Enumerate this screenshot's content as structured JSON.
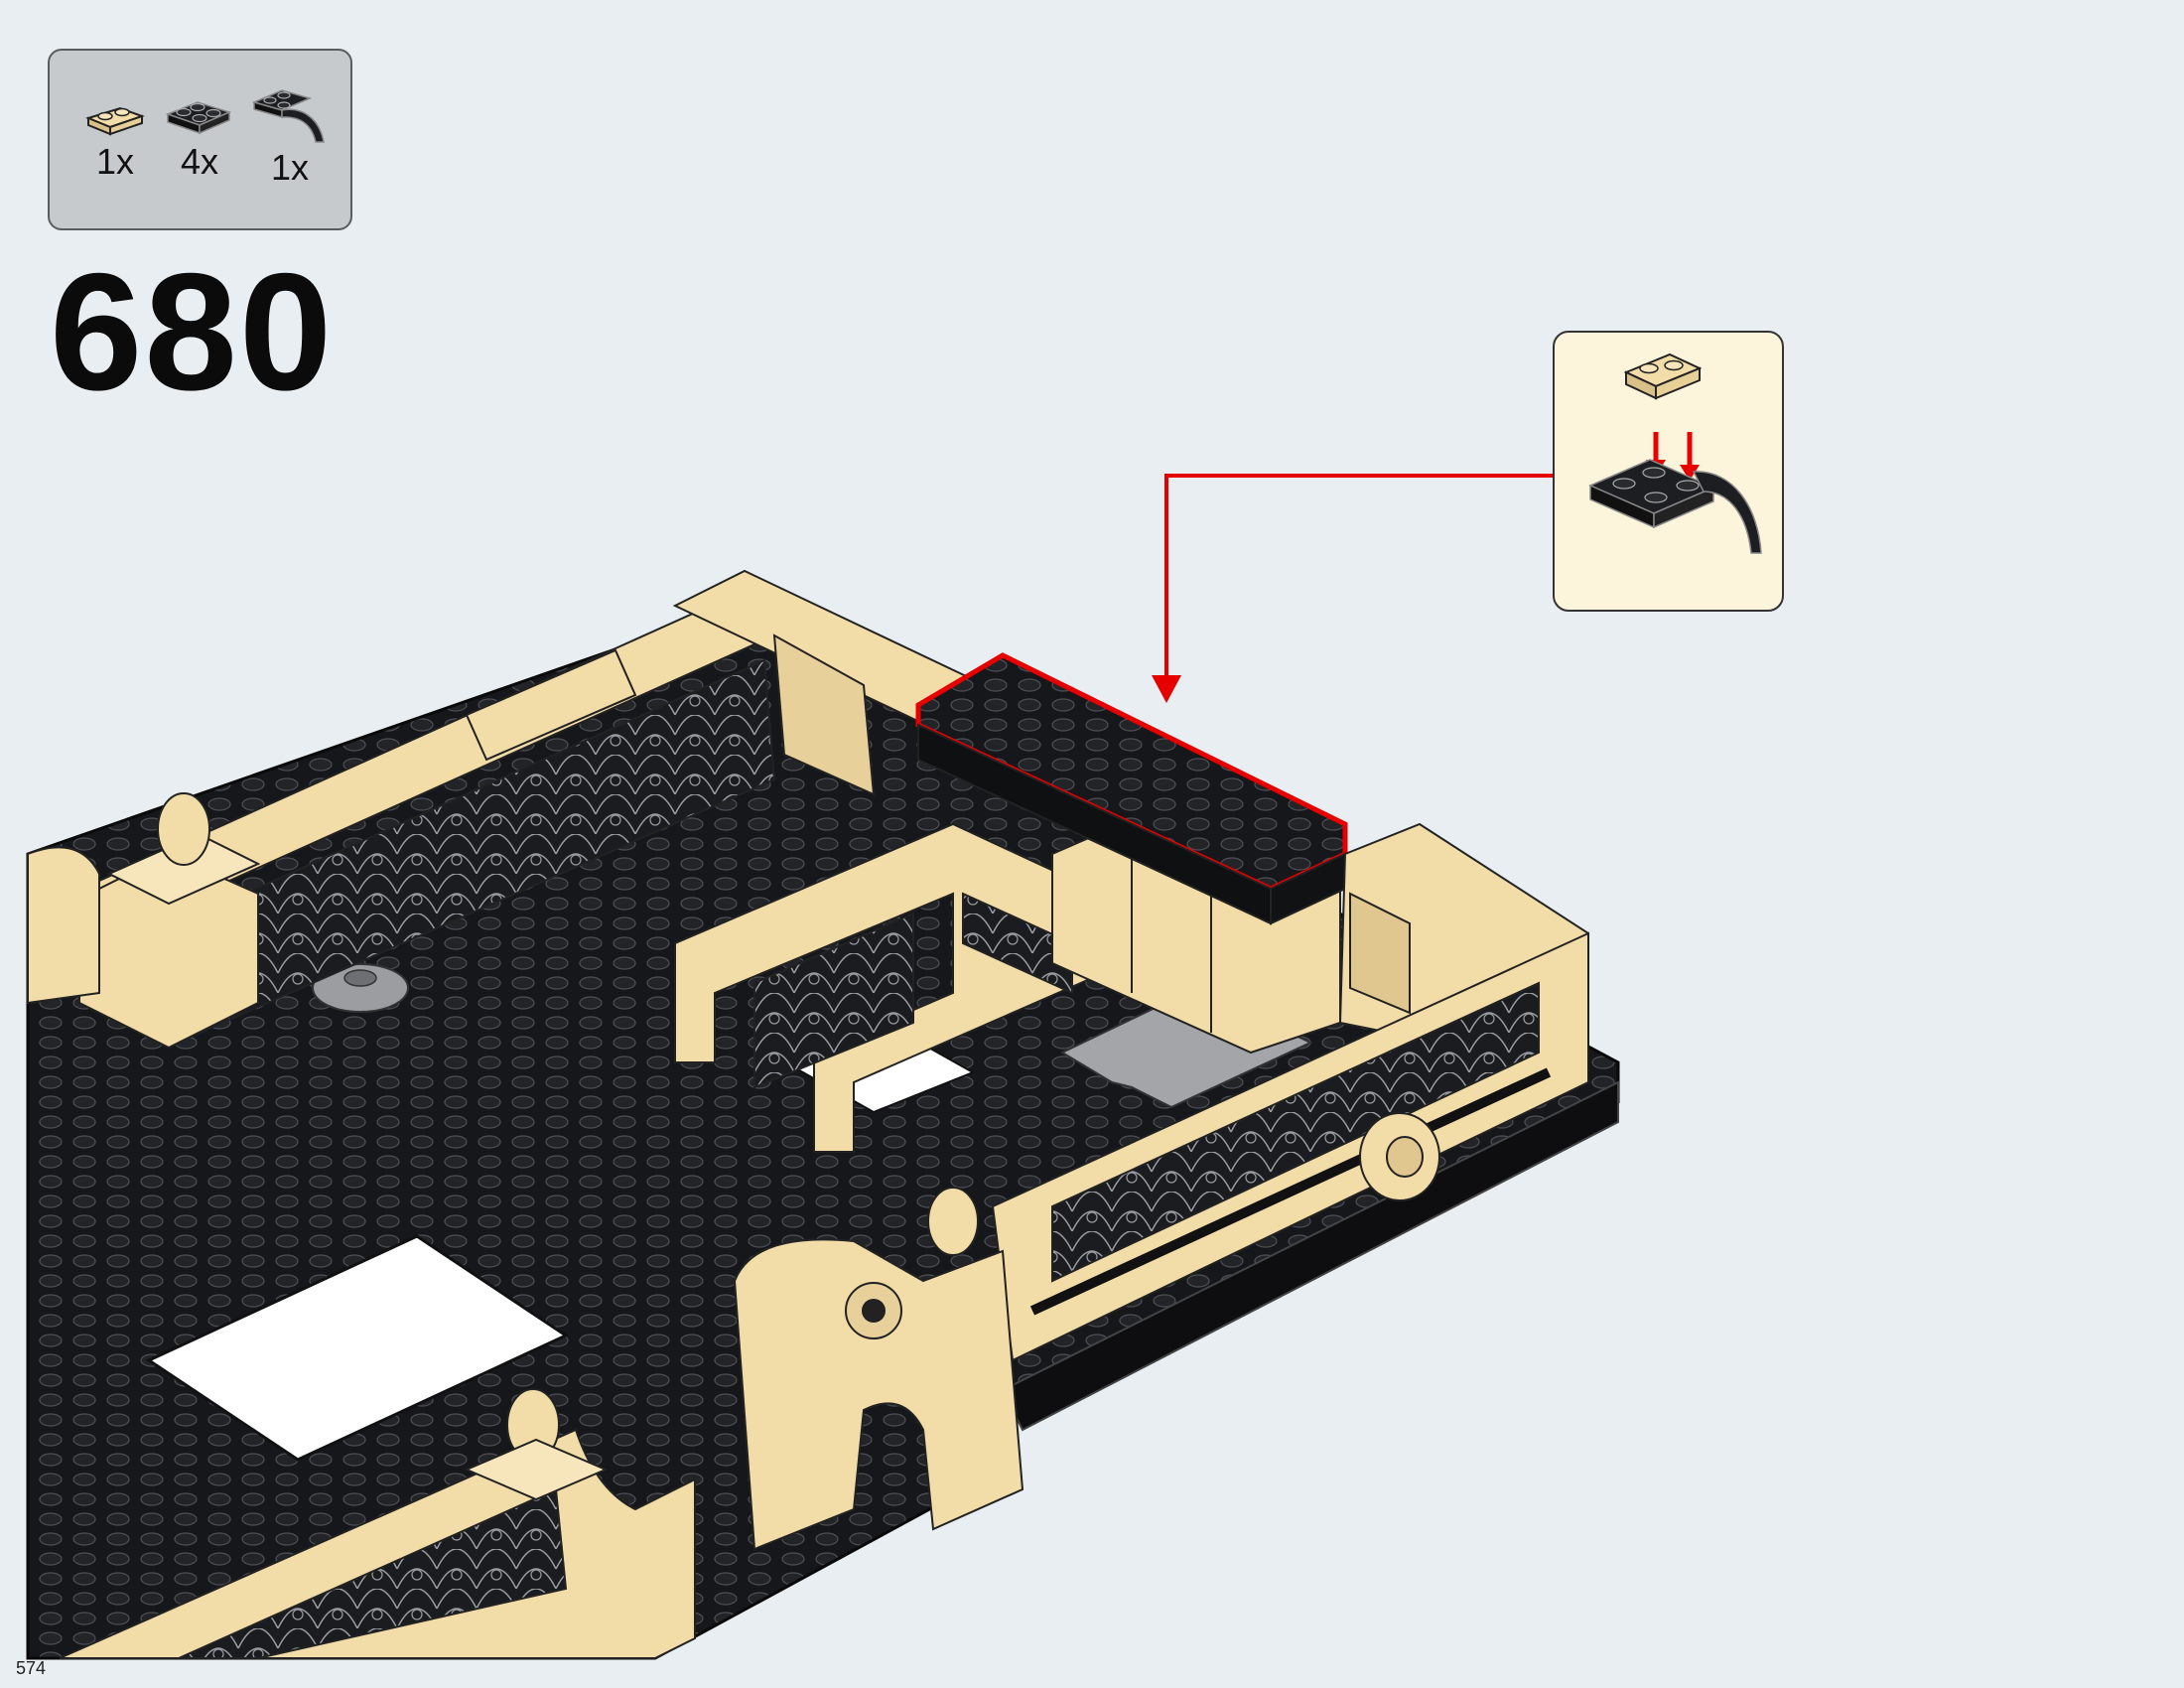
{
  "step": {
    "number": "680"
  },
  "parts": [
    {
      "qty": "1x",
      "icon": "tan-plate-1x2-icon"
    },
    {
      "qty": "4x",
      "icon": "black-plate-2x2-icon"
    },
    {
      "qty": "1x",
      "icon": "black-curved-arch-icon"
    }
  ],
  "callout": {
    "description_icon": "subassembly-callout-icon"
  },
  "page": {
    "number": "574"
  },
  "colors": {
    "tan": "#f2dca8",
    "black": "#1d1e21",
    "red": "#e60000",
    "background": "#e9eef2"
  }
}
